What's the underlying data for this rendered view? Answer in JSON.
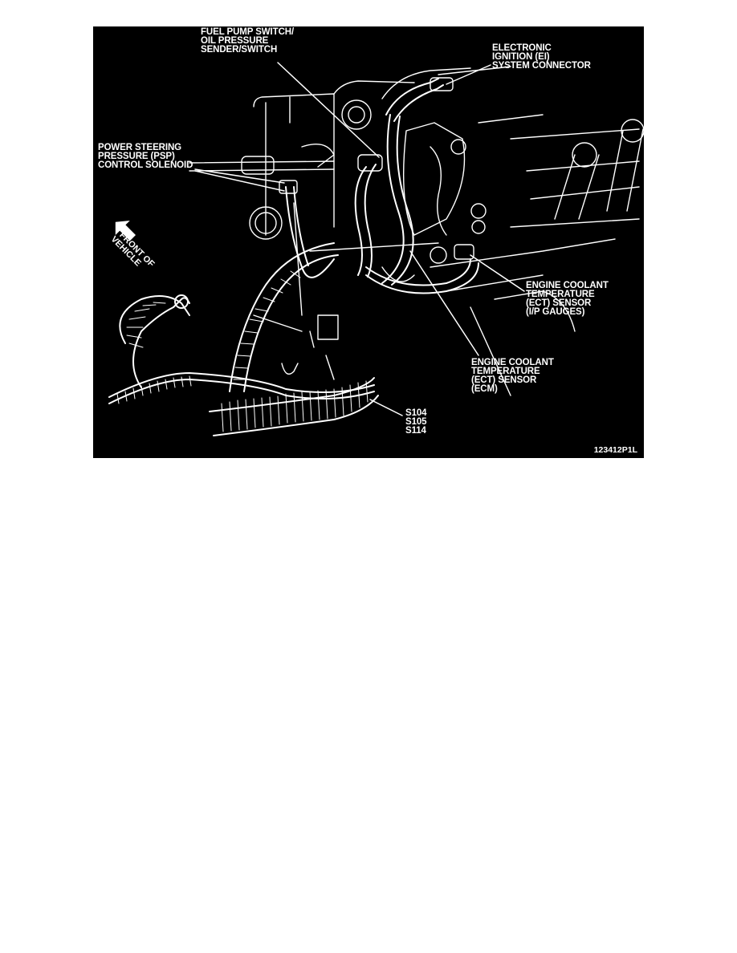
{
  "figure": {
    "id": "123412P1L",
    "background": "#000000",
    "line_color": "#ffffff",
    "callouts": [
      {
        "key": "fuel_pump",
        "lines": [
          "FUEL PUMP SWITCH/",
          "OIL PRESSURE",
          "SENDER/SWITCH"
        ]
      },
      {
        "key": "ei_connector",
        "lines": [
          "ELECTRONIC",
          "IGNITION (EI)",
          "SYSTEM CONNECTOR"
        ]
      },
      {
        "key": "psp_solenoid",
        "lines": [
          "POWER STEERING",
          "PRESSURE (PSP)",
          "CONTROL SOLENOID"
        ]
      },
      {
        "key": "ect_ip",
        "lines": [
          "ENGINE COOLANT",
          "TEMPERATURE",
          "(ECT) SENSOR",
          "(I/P GAUGES)"
        ]
      },
      {
        "key": "ect_ecm",
        "lines": [
          "ENGINE COOLANT",
          "TEMPERATURE",
          "(ECT) SENSOR",
          "(ECM)"
        ]
      },
      {
        "key": "splices",
        "lines": [
          "S104",
          "S105",
          "S114"
        ]
      }
    ],
    "orientation": {
      "icon": "arrow-up-left-icon",
      "lines": [
        "FRONT OF",
        "VEHICLE"
      ]
    }
  }
}
